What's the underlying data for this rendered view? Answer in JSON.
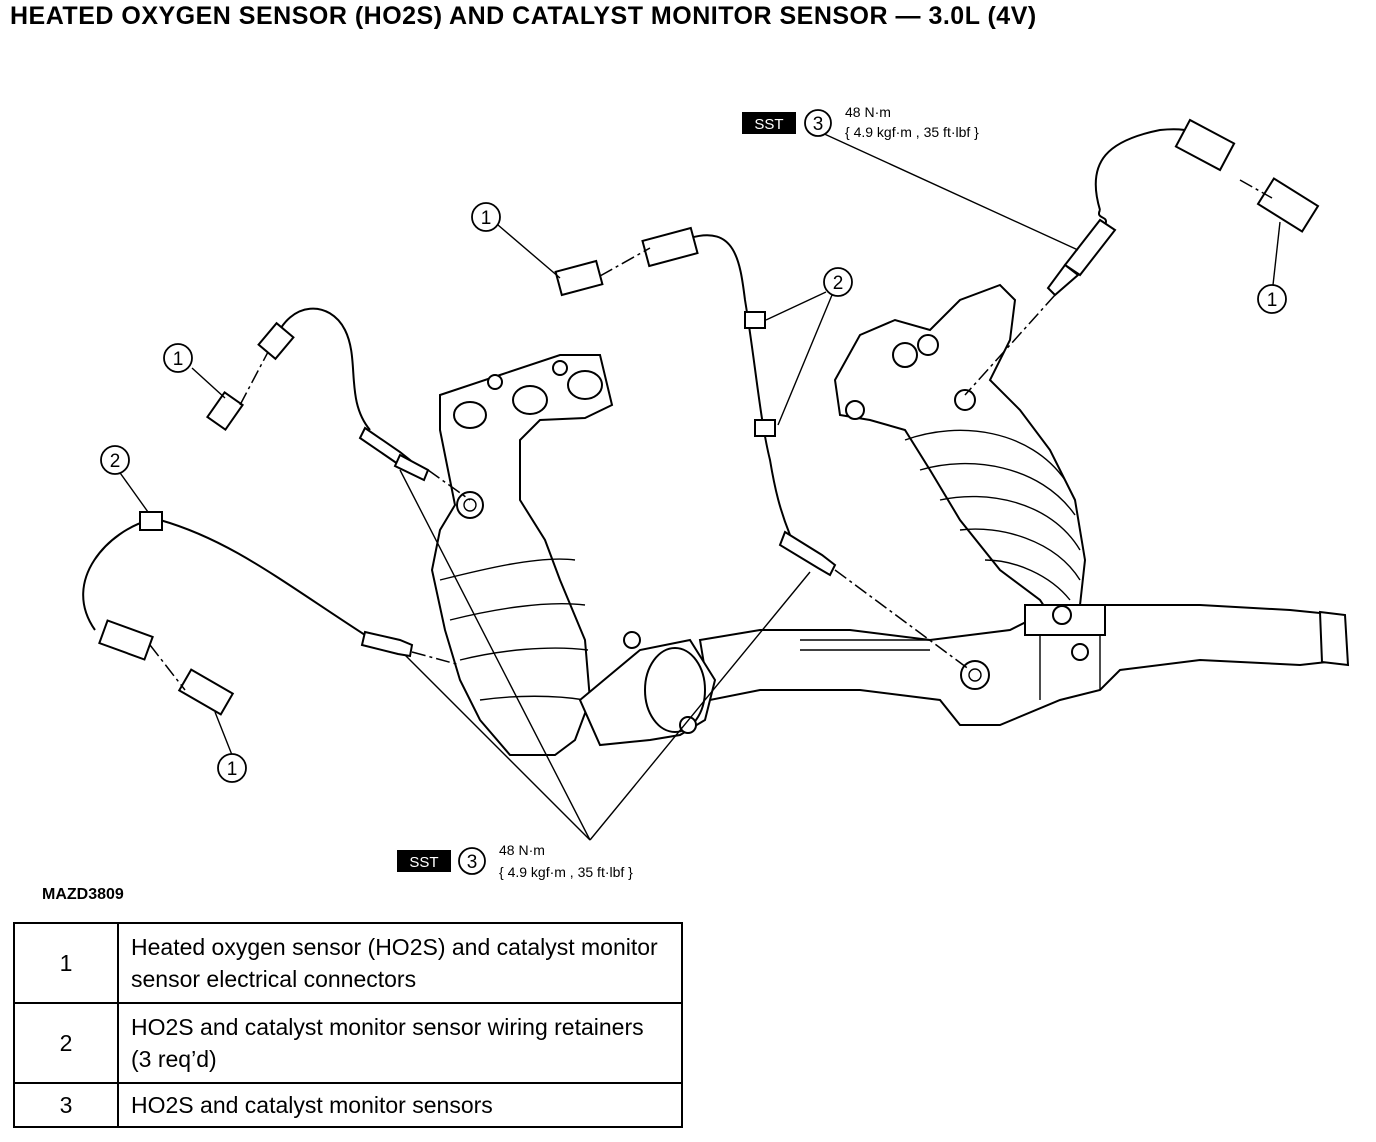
{
  "title": "HEATED OXYGEN SENSOR (HO2S) AND CATALYST MONITOR SENSOR — 3.0L (4V)",
  "figure_id": "MAZD3809",
  "callouts": {
    "c1": "1",
    "c2": "2",
    "c3": "3"
  },
  "torque_top": {
    "sst": "SST",
    "num": "3",
    "line1": "48 N·m",
    "line2": "{ 4.9 kgf·m , 35 ft·lbf }"
  },
  "torque_bottom": {
    "sst": "SST",
    "num": "3",
    "line1": "48 N·m",
    "line2": "{ 4.9 kgf·m , 35 ft·lbf }"
  },
  "legend": [
    {
      "num": "1",
      "desc": "Heated oxygen sensor (HO2S) and catalyst monitor sensor electrical connectors"
    },
    {
      "num": "2",
      "desc": "HO2S and catalyst monitor sensor wiring retainers (3 req’d)"
    },
    {
      "num": "3",
      "desc": "HO2S and catalyst monitor sensors"
    }
  ]
}
